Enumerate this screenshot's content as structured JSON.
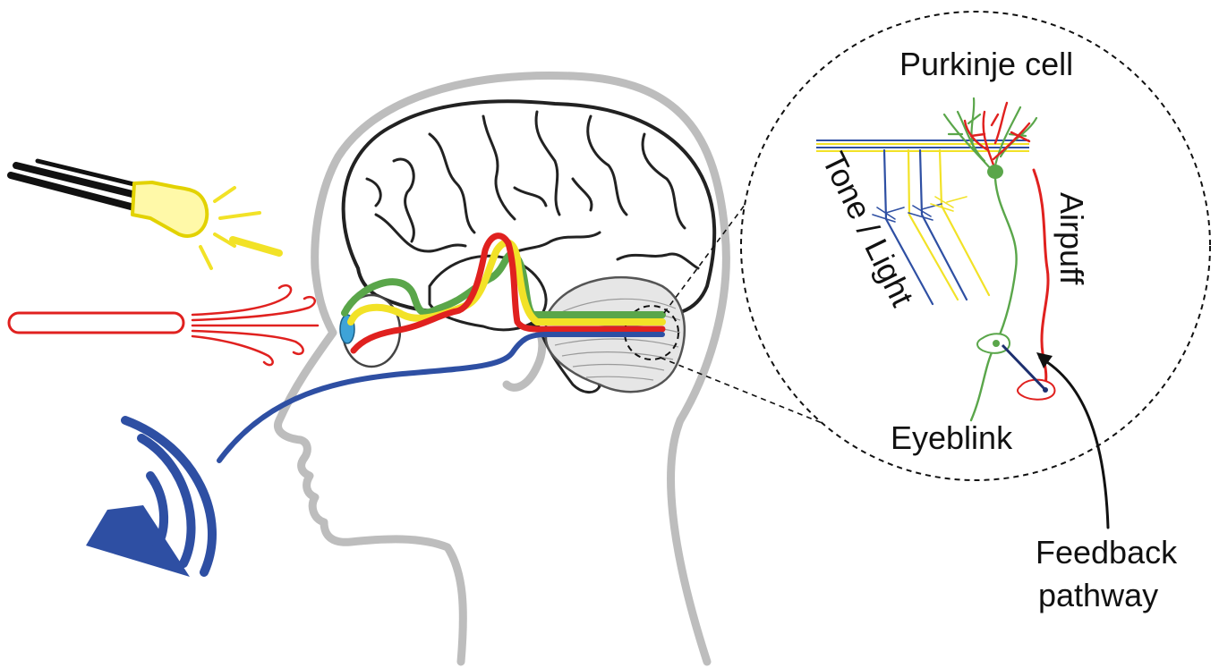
{
  "labels": {
    "purkinje_cell": "Purkinje cell",
    "tone_light": "Tone / Light",
    "airpuff": "Airpuff",
    "eyeblink": "Eyeblink",
    "feedback_line1": "Feedback",
    "feedback_line2": "pathway"
  },
  "colors": {
    "head_outline": "#bdbdbd",
    "brain_outline": "#222222",
    "tone_pathway": "#2e4fa3",
    "light_pathway": "#f2e227",
    "airpuff_pathway": "#e0211f",
    "eyeblink_pathway": "#5aa64a",
    "speaker": "#2e4fa3",
    "cerebellum_fill": "#e6e6e6",
    "feedback_arrow": "#111111"
  },
  "icons": [
    "led-light-icon",
    "airpuff-tube-icon",
    "speaker-icon",
    "eye-icon",
    "purkinje-cell-icon"
  ]
}
